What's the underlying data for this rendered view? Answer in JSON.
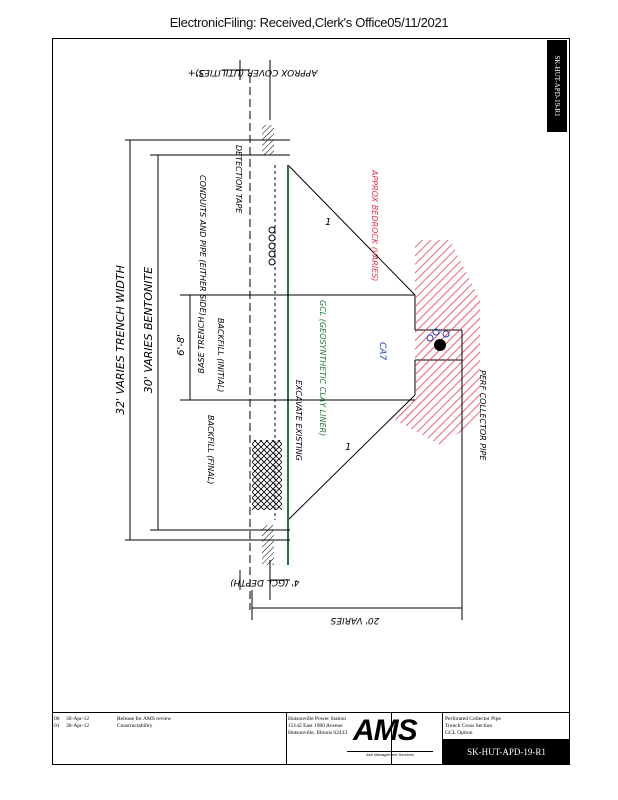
{
  "header": {
    "filing_stamp": "ElectronicFiling: Received,Clerk's Office05/11/2021"
  },
  "side_tab": {
    "code": "SK-HUT-APD-19-R1"
  },
  "drawing": {
    "labels": {
      "cover": "APPROX COVER (UTILITIES)",
      "cover_dim": "3'+",
      "trench_width": "32' VARIES TRENCH WIDTH",
      "bentonite": "30' VARIES BENTONITE",
      "base_trench_dim": "6'-8'",
      "base_trench": "BASE TRENCH",
      "conduits": "CONDUITS AND PIPE (EITHER SIDE)",
      "detection_tape": "DETECTION TAPE",
      "backfill_initial": "BACKFILL (INITIAL)",
      "backfill_final": "BACKFILL (FINAL)",
      "excavate": "EXCAVATE EXISTING",
      "gcl": "GCL (GEOSYNTHETIC CLAY LINER)",
      "bedrock": "APPROX BEDROCK (VARIES)",
      "ca7": "CA7",
      "collector": "PERF COLLECTOR PIPE",
      "gcl_depth": "4' (GCL DEPTH)",
      "bottom_width": "20' VARIES",
      "slope_1a": "1",
      "slope_1b": "1"
    },
    "colors": {
      "gcl": "#1f7a3a",
      "bedrock": "#e8304a",
      "ca7": "#1f3fbf"
    }
  },
  "title_block": {
    "revisions": [
      {
        "rev": "00",
        "date": "30-Apr-12",
        "desc": "Release for AMS review"
      },
      {
        "rev": "01",
        "date": "30-Apr-12",
        "desc": "Constructability"
      }
    ],
    "site": [
      "Hutsonville Power Station",
      "15142 East 1900 Avenue",
      "Hutsonville, Illinois 62433"
    ],
    "logo": "AMS",
    "logo_sub": "Ash Management Services",
    "title": [
      "Perforated Collector Pipe",
      "Trench Cross Section",
      "GCL Option"
    ],
    "drawing_number": "SK-HUT-APD-19-R1"
  }
}
